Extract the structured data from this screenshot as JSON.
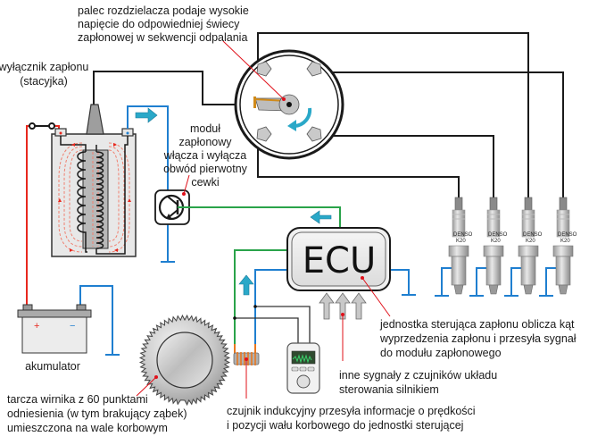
{
  "labels": {
    "distributor_rotor": [
      "palec rozdzielacza podaje wysokie",
      "napięcie do odpowiedniej świecy",
      "zapłonowej w sekwencji odpalania"
    ],
    "ignition_switch": [
      "wyłącznik zapłonu",
      "(stacyjka)"
    ],
    "ignition_module": [
      "moduł",
      "zapłonowy",
      "włącza i wyłącza",
      "obwód pierwotny",
      "cewki"
    ],
    "ecu": "ECU",
    "ecu_description": [
      "jednostka sterująca zapłonu oblicza kąt",
      "wyprzedzenia zapłonu i przesyła sygnał",
      "do modułu zapłonowego"
    ],
    "battery": "akumulator",
    "battery_plus": "+",
    "battery_minus": "−",
    "other_signals": [
      "inne sygnały z czujników układu",
      "sterowania silnikiem"
    ],
    "reluctor_wheel": [
      "tarcza wirnika z 60 punktami",
      "odniesienia (w tym brakujący ząbek)",
      "umieszczona na wale korbowym"
    ],
    "inductive_sensor": [
      "czujnik indukcyjny przesyła informacje o prędkości",
      "i pozycji wału korbowego do jednostki sterującej"
    ],
    "spark_plug_brand": "DENSO",
    "spark_plug_model": "K20"
  },
  "colors": {
    "hv_wire": "#1a1a1a",
    "positive_wire": "#e8281e",
    "ground_wire": "#1f7fd0",
    "signal_wire": "#2aa34a",
    "flow_arrow": "#2aa8c8",
    "pointer": "#e0101a",
    "sensor_coil": "#e87820"
  }
}
